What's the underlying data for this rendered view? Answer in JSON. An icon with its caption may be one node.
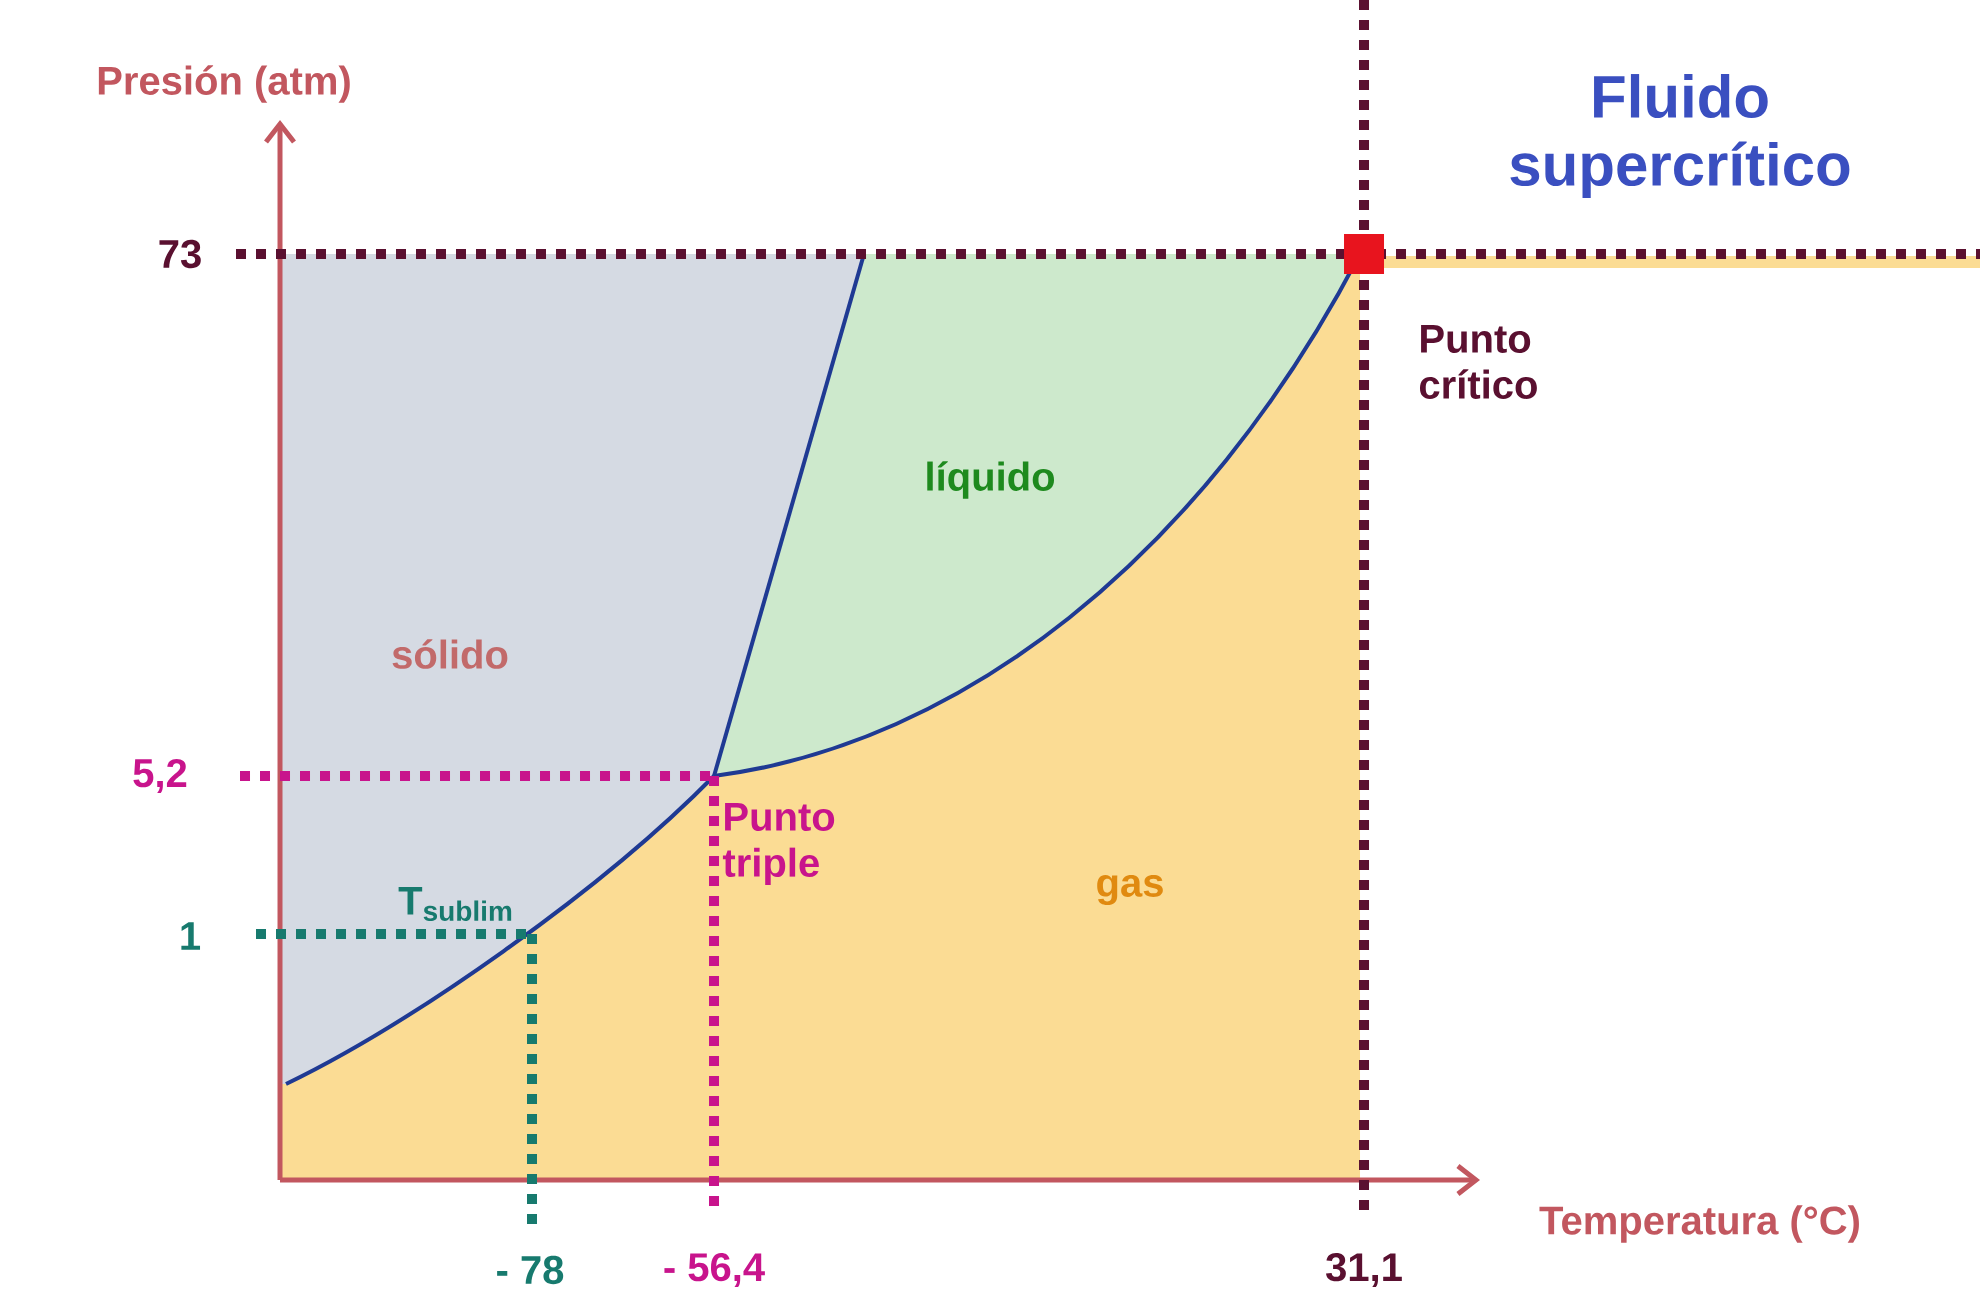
{
  "diagram": {
    "labels": [
      "Presión (atm)",
      "Fluido supercrítico",
      "73",
      "Punto crítico",
      "líquido",
      "sólido",
      "5,2",
      "Punto triple",
      "T$_{sublim}$",
      "gas",
      "1",
      "- 78",
      "- 56,4",
      "31,1",
      "Temperatura (°C)"
    ]
  }
}
